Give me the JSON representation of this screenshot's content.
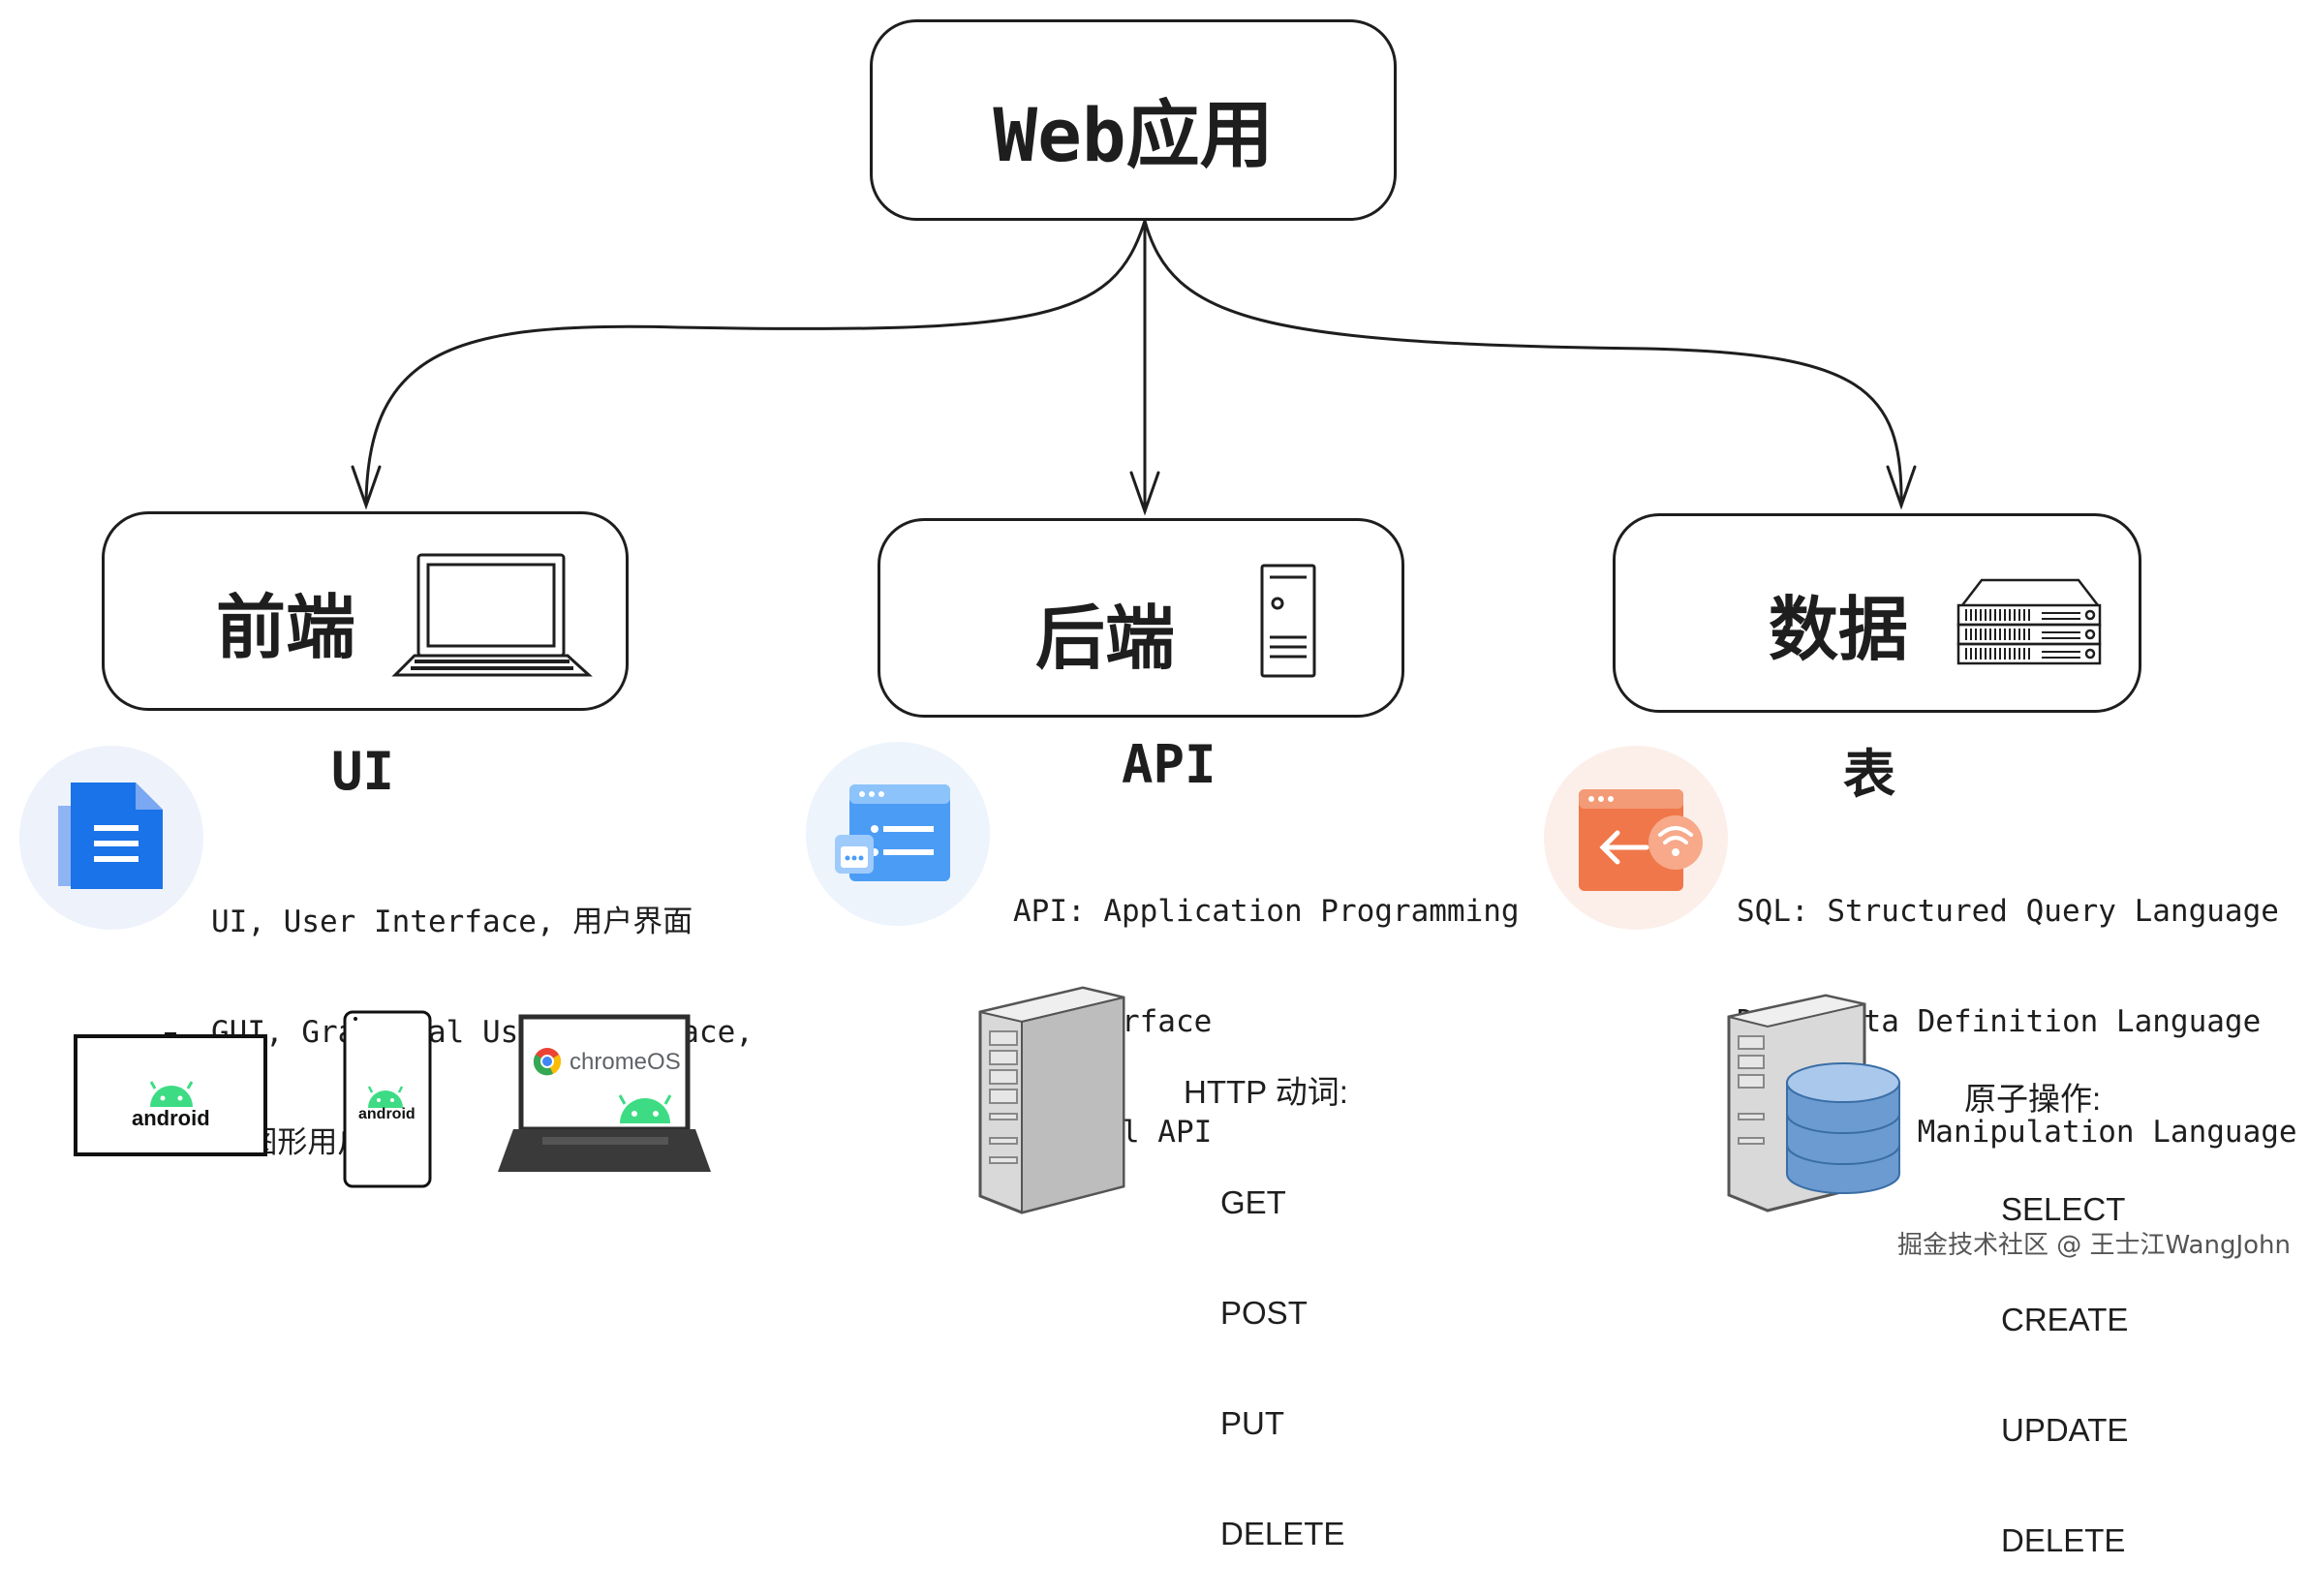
{
  "root": {
    "title": "Web应用"
  },
  "frontend": {
    "title": "前端",
    "sub_title": "UI",
    "desc_lines": [
      "UI, User Interface, 用户界面",
      "GUI, Graphical User Interface,",
      "  图形用户界面"
    ],
    "device_labels": {
      "tablet": "android",
      "phone": "android",
      "laptop": "chromeOS"
    }
  },
  "backend": {
    "title": "后端",
    "sub_title": "API",
    "desc_lines": [
      "API: Application Programming",
      "  Interface",
      "RESTful API"
    ],
    "verbs_title": "HTTP 动词:",
    "verbs": [
      "GET",
      "POST",
      "PUT",
      "DELETE"
    ]
  },
  "data": {
    "title": "数据",
    "sub_title": "表",
    "desc_lines": [
      "SQL: Structured Query Language",
      "DDL: Data Definition Language",
      "DML: Data Manipulation Language"
    ],
    "ops_title": "原子操作:",
    "ops": [
      "SELECT",
      "CREATE",
      "UPDATE",
      "DELETE"
    ]
  },
  "watermark": "掘金技术社区 @ 王士江WangJohn",
  "colors": {
    "stroke": "#1e1e1e",
    "doc_blue": "#1a73e8",
    "android_green": "#3ddc84",
    "api_blue": "#4b9cf5",
    "data_orange": "#f0774a"
  }
}
